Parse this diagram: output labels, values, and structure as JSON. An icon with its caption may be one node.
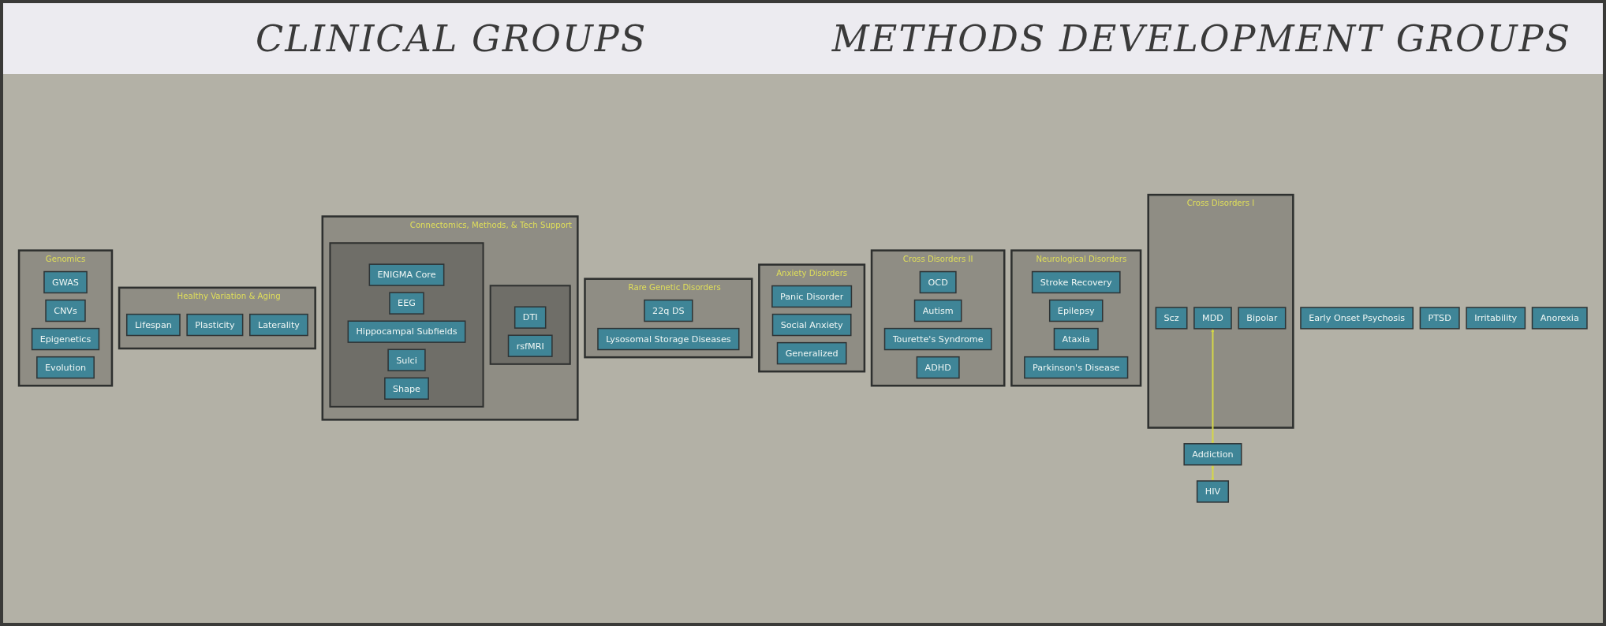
{
  "diagram": {
    "nodes": [
      {
        "text": [
          "Cross Disorders I"
        ]
      },
      {
        "text": [
          "Scz"
        ],
        "in": 0
      },
      {
        "text": [
          "MDD"
        ],
        "in": 0
      },
      {
        "text": [
          "Bipolar"
        ],
        "in": 0
      },
      {
        "text": [
          "Addiction"
        ]
      },
      {
        "text": [
          "HIV"
        ]
      },
      {
        "text": [
          "Early Onset Psychosis"
        ]
      },
      {
        "text": [
          "PTSD"
        ]
      },
      {
        "text": [
          "Neurological Disorders"
        ]
      },
      {
        "text": [
          "Stroke Recovery"
        ],
        "in": 8
      },
      {
        "text": [
          "Epilepsy"
        ],
        "in": 8
      },
      {
        "text": [
          "Ataxia"
        ],
        "in": 8
      },
      {
        "text": [
          "Parkinson's Disease"
        ],
        "in": 8
      },
      {
        "text": [
          "Cross Disorders II"
        ]
      },
      {
        "text": [
          "OCD"
        ],
        "in": 13
      },
      {
        "text": [
          "Autism"
        ],
        "in": 13
      },
      {
        "text": [
          "Tourette's Syndrome"
        ],
        "in": 13
      },
      {
        "text": [
          "ADHD"
        ],
        "in": 13
      },
      {
        "text": [
          "Irritability"
        ]
      },
      {
        "text": [
          "Anorexia"
        ]
      },
      {
        "text": [
          "Anxiety Disorders"
        ]
      },
      {
        "text": [
          "Panic Disorder"
        ],
        "in": 20
      },
      {
        "text": [
          "Social Anxiety"
        ],
        "in": 20
      },
      {
        "text": [
          "Generalized"
        ],
        "in": 20
      },
      {
        "text": [
          "Rare Genetic Disorders"
        ]
      },
      {
        "text": [
          "22q DS"
        ],
        "in": 24
      },
      {
        "text": [
          "Lysosomal Storage Diseases"
        ],
        "in": 24
      },
      {
        "text": [
          "Connectomics, Methods, & Tech Support"
        ]
      },
      {
        "text": [],
        "shape": "box",
        "in": 27
      },
      {
        "text": [
          "DTI"
        ],
        "in": 28
      },
      {
        "text": [
          "rsfMRI"
        ],
        "in": 28
      },
      {
        "text": [],
        "shape": "box",
        "in": 27
      },
      {
        "text": [
          "ENIGMA Core"
        ],
        "in": 31
      },
      {
        "text": [
          "EEG"
        ],
        "in": 31
      },
      {
        "text": [
          "Hippocampal Subfields"
        ],
        "in": 31
      },
      {
        "text": [
          "Sulci"
        ],
        "in": 31
      },
      {
        "text": [
          "Shape"
        ],
        "in": 31
      },
      {
        "text": [
          "Healthy Variation & Aging"
        ]
      },
      {
        "text": [
          "Lifespan"
        ],
        "in": 37
      },
      {
        "text": [
          "Plasticity"
        ],
        "in": 37
      },
      {
        "text": [
          "Laterality"
        ],
        "in": 37
      },
      {
        "text": [
          "Genomics"
        ]
      },
      {
        "text": [
          "GWAS"
        ],
        "in": 41
      },
      {
        "text": [
          "CNVs"
        ],
        "in": 41
      },
      {
        "text": [
          "Epigenetics"
        ],
        "in": 41
      },
      {
        "text": [
          "Evolution"
        ],
        "in": 41
      }
    ],
    "edges": [
      {
        "from": 2,
        "to": 4,
        "arrow": "both"
      },
      {
        "from": 4,
        "to": 5,
        "arrow": "both"
      }
    ],
    "labels": [
      "CLINICAL GROUPS",
      "METHODS DEVELOPMENT GROUPS"
    ]
  }
}
